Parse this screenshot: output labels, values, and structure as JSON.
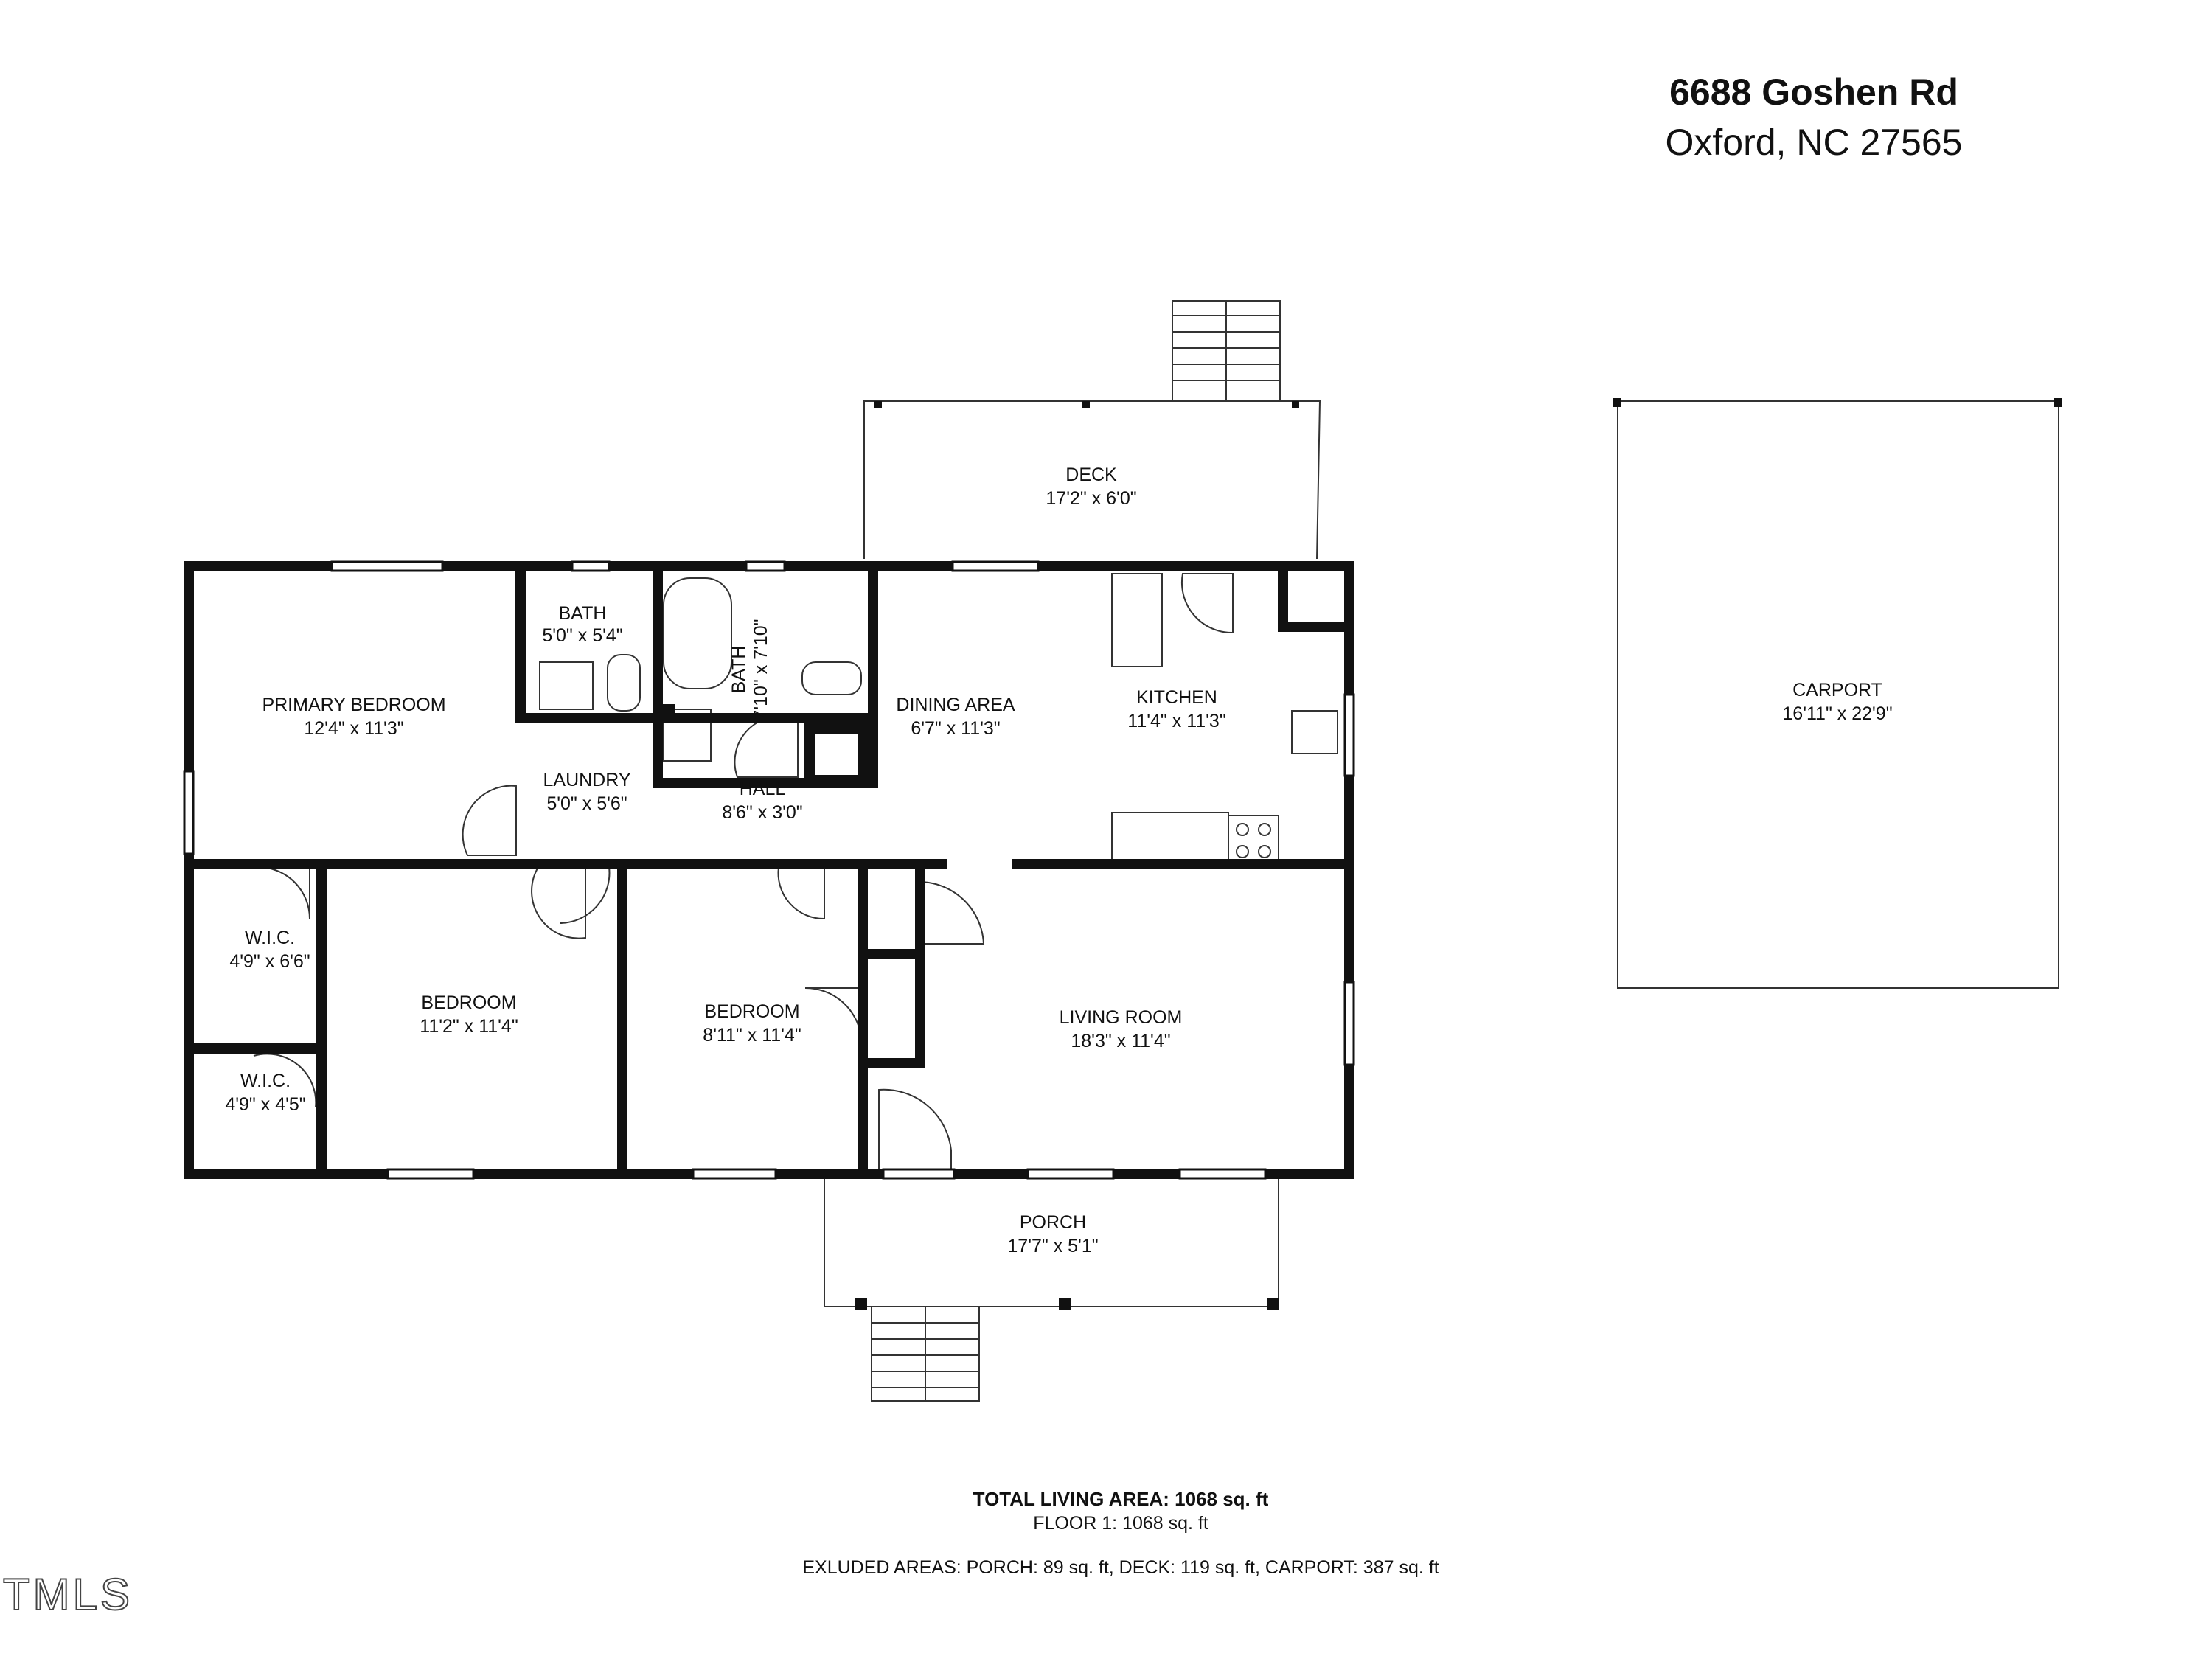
{
  "header": {
    "street": "6688 Goshen Rd",
    "city": "Oxford, NC 27565"
  },
  "rooms": {
    "deck": {
      "name": "DECK",
      "size": "17'2\" x 6'0\""
    },
    "carport": {
      "name": "CARPORT",
      "size": "16'11\" x 22'9\""
    },
    "primary_bedroom": {
      "name": "PRIMARY BEDROOM",
      "size": "12'4\" x 11'3\""
    },
    "bath_1": {
      "name": "BATH",
      "size": "5'0\" x 5'4\""
    },
    "bath_2": {
      "name": "BATH",
      "size": "7'10\" x 7'10\""
    },
    "laundry": {
      "name": "LAUNDRY",
      "size": "5'0\" x 5'6\""
    },
    "hall": {
      "name": "HALL",
      "size": "8'6\" x 3'0\""
    },
    "dining_area": {
      "name": "DINING AREA",
      "size": "6'7\" x 11'3\""
    },
    "kitchen": {
      "name": "KITCHEN",
      "size": "11'4\" x 11'3\""
    },
    "wic_1": {
      "name": "W.I.C.",
      "size": "4'9\" x 6'6\""
    },
    "wic_2": {
      "name": "W.I.C.",
      "size": "4'9\" x 4'5\""
    },
    "bedroom_1": {
      "name": "BEDROOM",
      "size": "11'2\" x 11'4\""
    },
    "bedroom_2": {
      "name": "BEDROOM",
      "size": "8'11\" x 11'4\""
    },
    "living_room": {
      "name": "LIVING ROOM",
      "size": "18'3\" x 11'4\""
    },
    "porch": {
      "name": "PORCH",
      "size": "17'7\" x 5'1\""
    }
  },
  "footer": {
    "total": "TOTAL LIVING AREA: 1068 sq. ft",
    "floor": "FLOOR 1: 1068 sq. ft",
    "excluded": "EXLUDED AREAS: PORCH: 89 sq. ft, DECK: 119 sq. ft, CARPORT: 387 sq. ft"
  },
  "watermark": "TMLS"
}
